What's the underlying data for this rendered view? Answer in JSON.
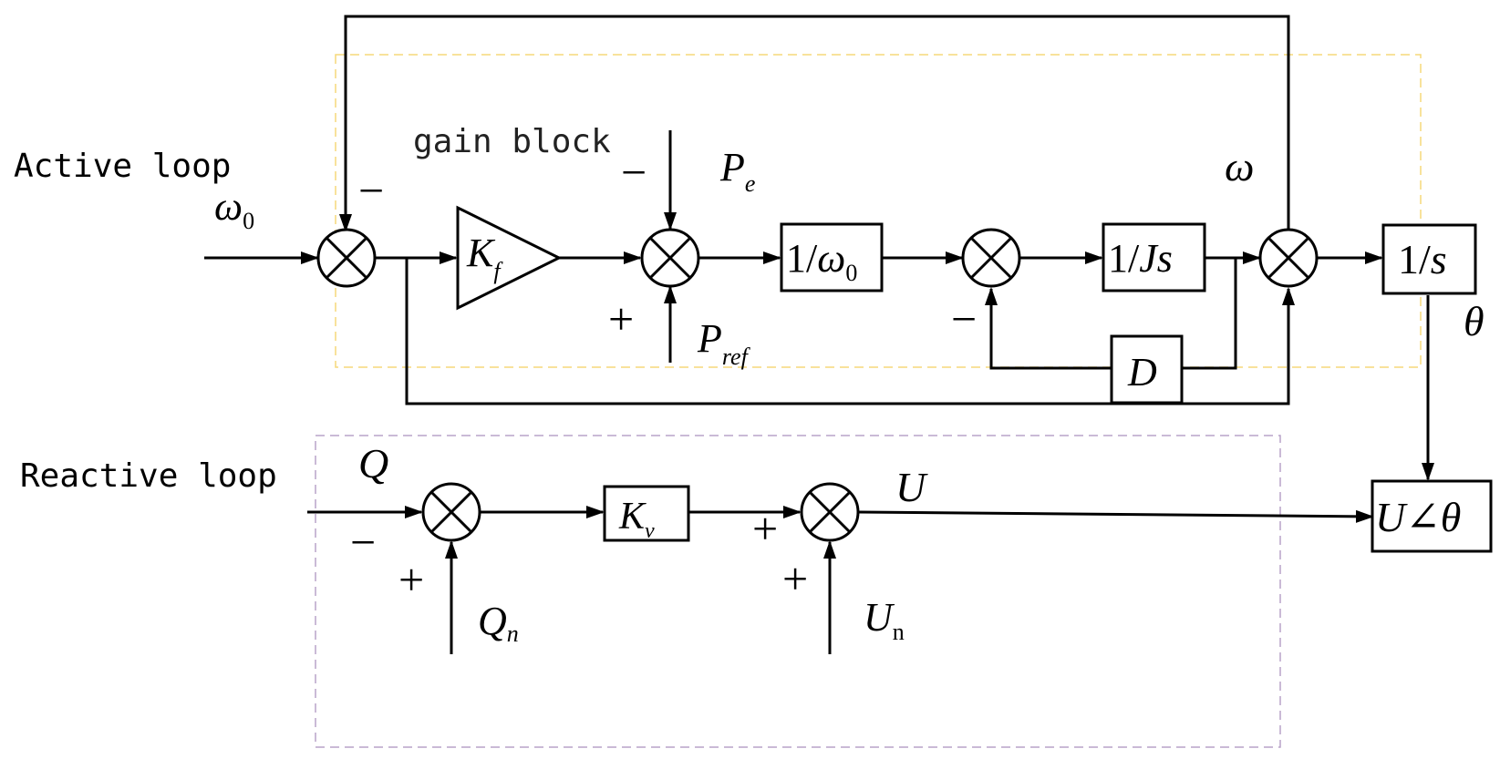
{
  "section_labels": {
    "active": "Active loop",
    "reactive": "Reactive loop",
    "gain_block": "gain block"
  },
  "symbols": {
    "omega0": {
      "main": "ω",
      "sub": "0"
    },
    "omega": "ω",
    "pe": {
      "main": "P",
      "sub": "e"
    },
    "pref": {
      "main": "P",
      "sub": "ref"
    },
    "theta": "θ",
    "q": "Q",
    "qn": {
      "main": "Q",
      "sub": "n"
    },
    "u": "U",
    "un": {
      "main": "U",
      "sub": "n"
    }
  },
  "blocks": {
    "kf": {
      "main": "K",
      "sub": "f"
    },
    "inv_omega0": {
      "prefix": "1/",
      "main": "ω",
      "sub": "0"
    },
    "inv_js": {
      "prefix": "1/",
      "main": "Js"
    },
    "d": "D",
    "inv_s": {
      "prefix": "1/",
      "main": "s"
    },
    "kv": {
      "main": "K",
      "sub": "v"
    },
    "u_theta": {
      "u": "U",
      "angle": "∠",
      "theta": "θ"
    }
  },
  "signs": {
    "minus": "−",
    "plus": "+"
  },
  "colors": {
    "line": "#000000",
    "active_box": "#f5d97a",
    "reactive_box": "#b9a3c9"
  }
}
